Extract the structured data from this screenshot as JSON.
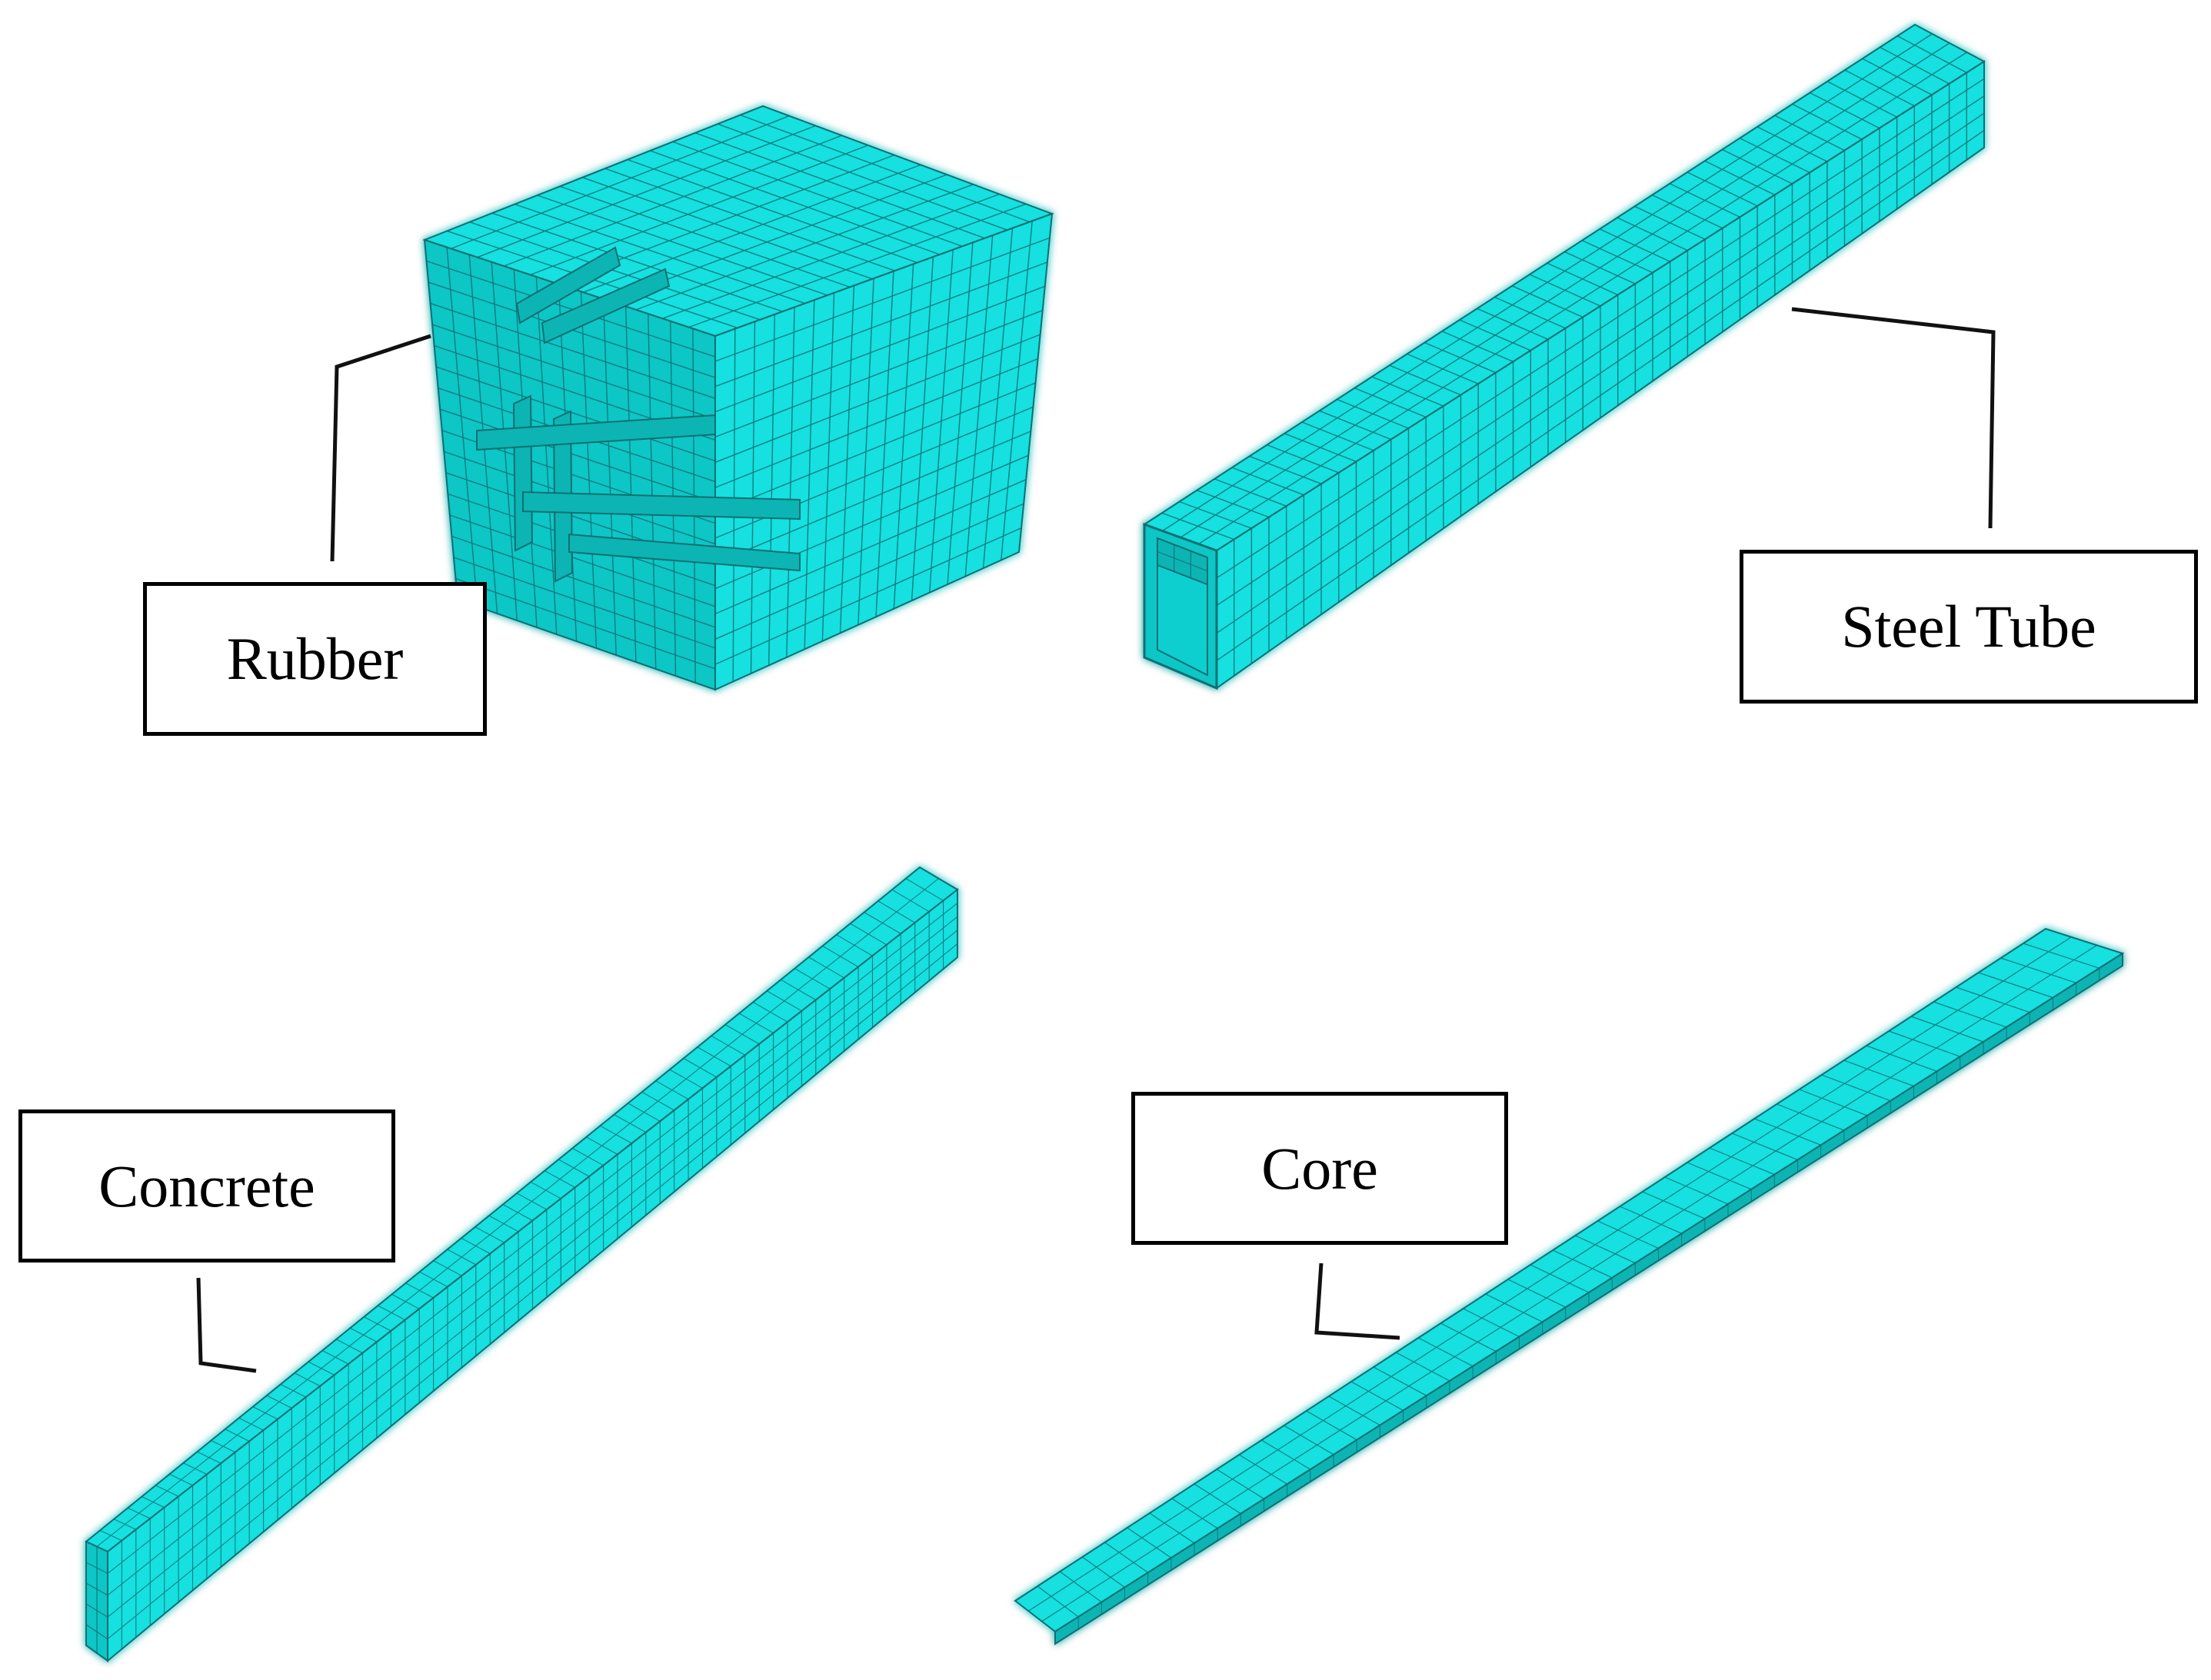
{
  "colors": {
    "mesh_fill": "#14e0e0",
    "mesh_fill_dark": "#0fb4b4",
    "mesh_fill_shade": "#10c6c6",
    "mesh_line": "#0a6f72",
    "leader_line": "#111111",
    "background": "#ffffff"
  },
  "parts": [
    {
      "id": "rubber",
      "label": "Rubber"
    },
    {
      "id": "steel_tube",
      "label": "Steel Tube"
    },
    {
      "id": "concrete",
      "label": "Concrete"
    },
    {
      "id": "core",
      "label": "Core"
    }
  ]
}
